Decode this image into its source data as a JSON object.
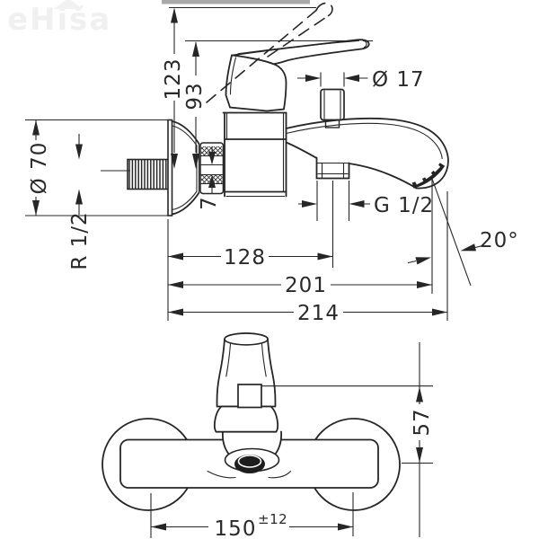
{
  "watermark": {
    "text": "eHiša"
  },
  "side_view": {
    "dim_height_max_lever": "123",
    "dim_height_lever": "93",
    "dim_escutcheon_diameter": "Ø 70",
    "dim_wall_thread": "R 1/2",
    "dim_nut_gap": "7",
    "dim_knob_diameter": "Ø 17",
    "dim_outlet_thread": "G 1/2",
    "dim_spout_angle": "20°",
    "dim_depth_outlet": "128",
    "dim_depth_spout": "201",
    "dim_depth_total": "214"
  },
  "top_view": {
    "dim_knob_height": "57",
    "dim_connection_distance": "150",
    "dim_connection_tolerance": "±12"
  }
}
